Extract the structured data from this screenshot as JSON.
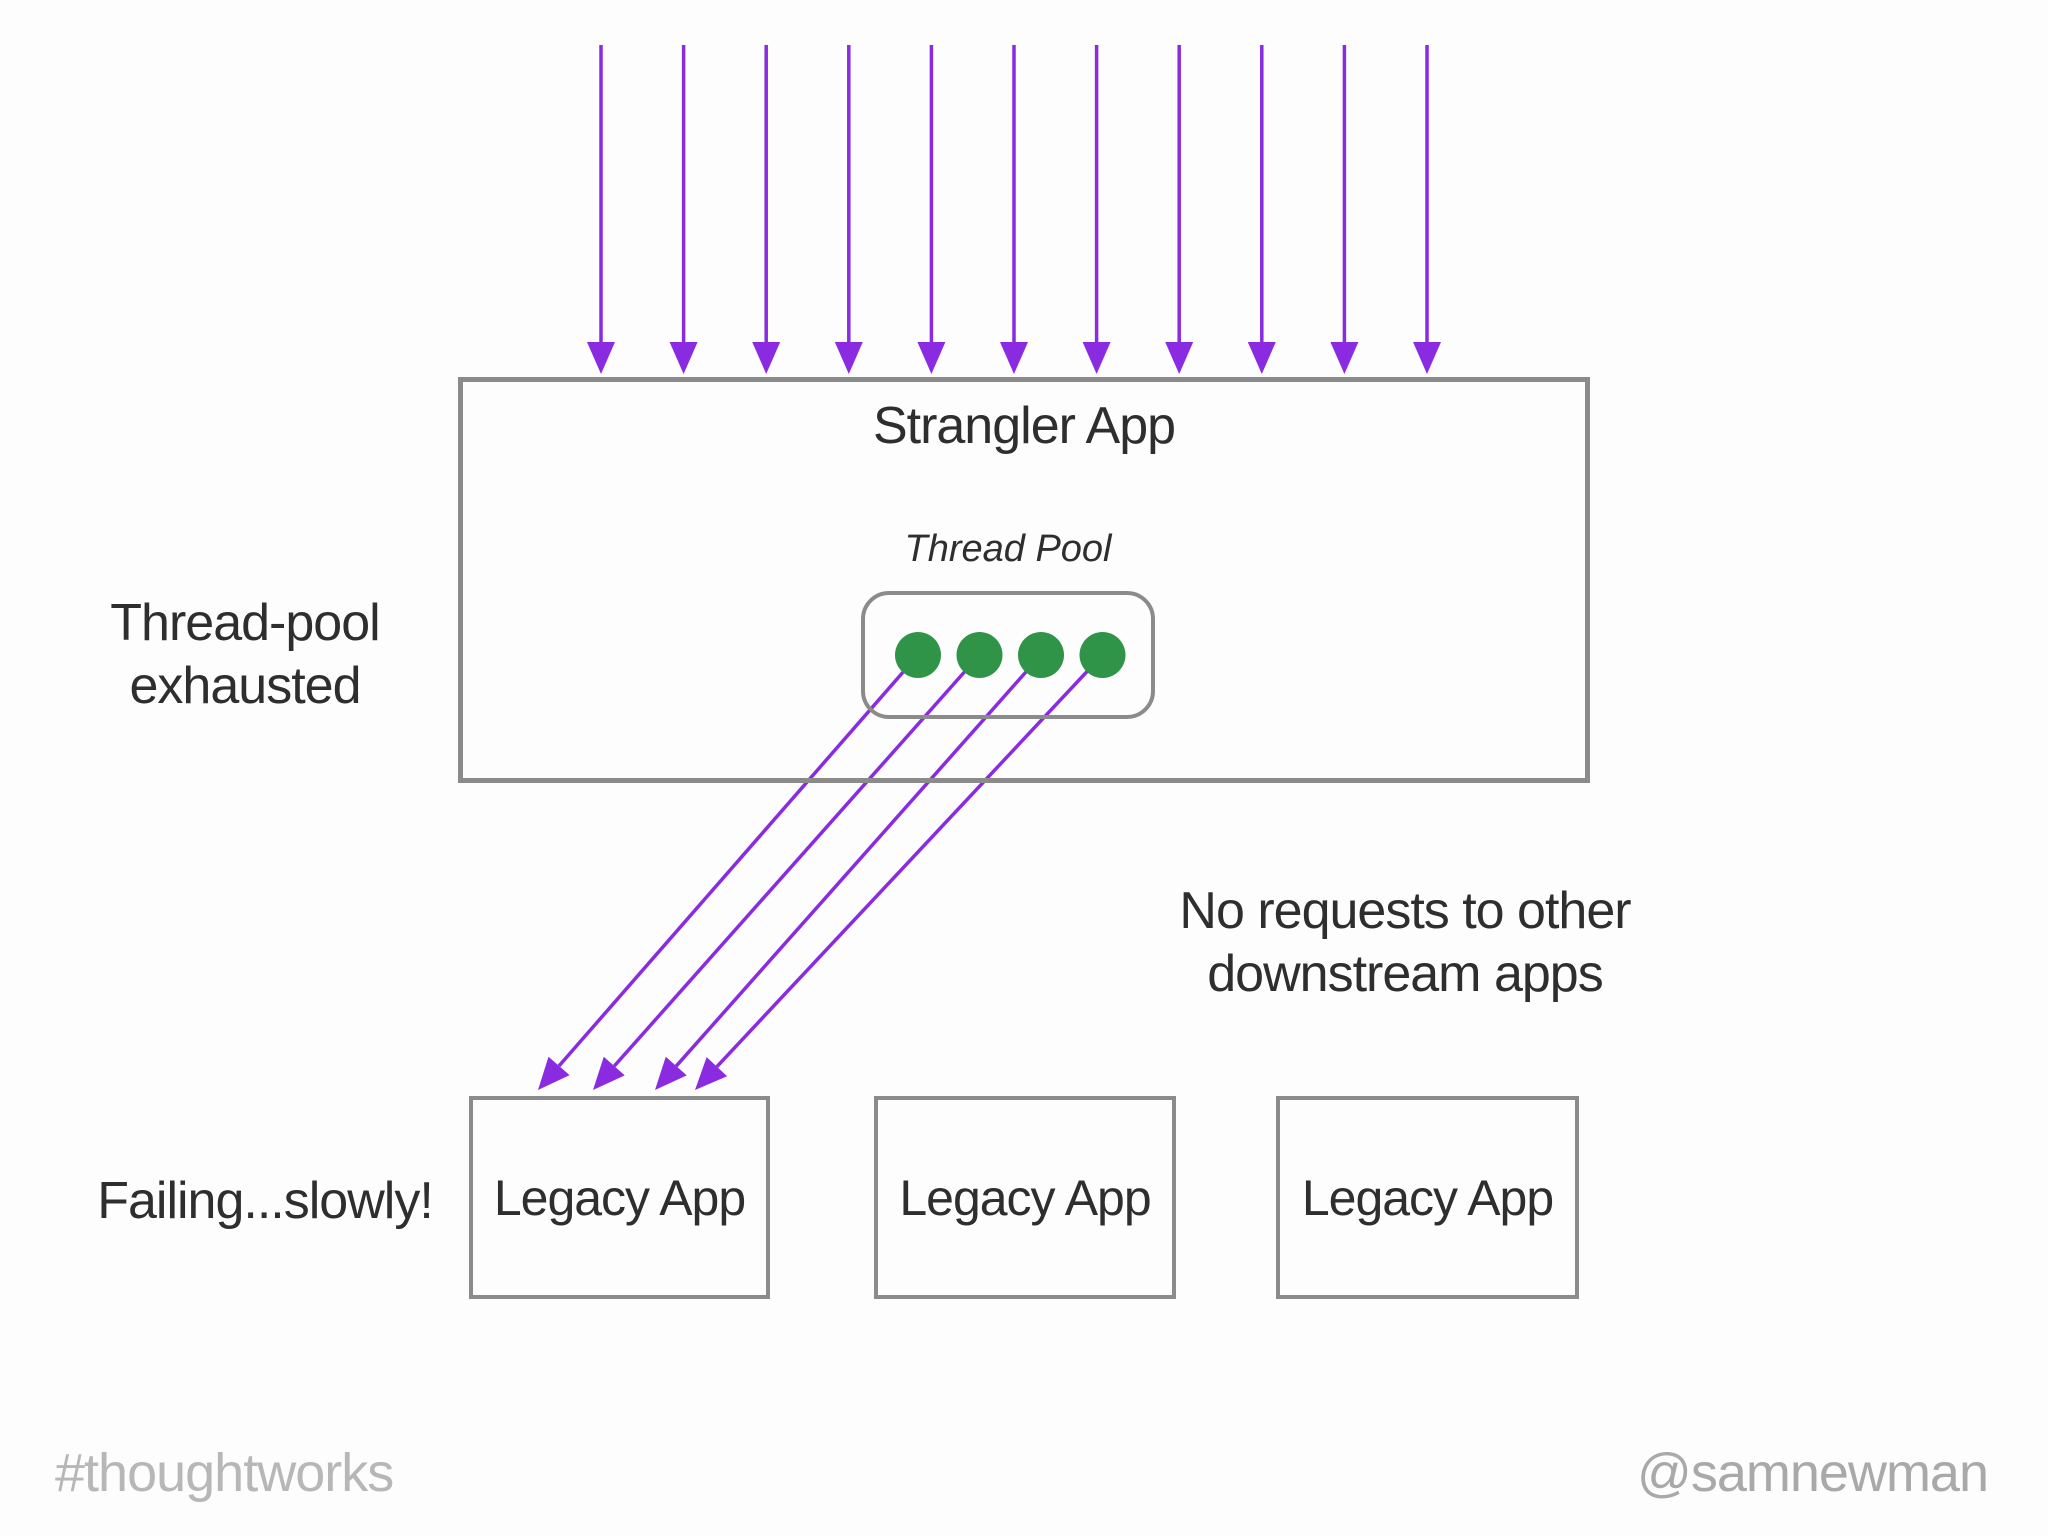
{
  "diagram": {
    "strangler_app": {
      "label": "Strangler App"
    },
    "thread_pool": {
      "label": "Thread Pool",
      "thread_count": 4,
      "busy_threads": 4
    },
    "incoming_requests": {
      "arrow_count": 11
    },
    "downstream_requests": {
      "arrow_count": 4
    },
    "legacy_apps": [
      {
        "label": "Legacy App"
      },
      {
        "label": "Legacy App"
      },
      {
        "label": "Legacy App"
      }
    ],
    "annotations": {
      "thread_pool_exhausted": "Thread-pool exhausted",
      "no_requests": "No requests to other downstream apps",
      "failing": "Failing...slowly!"
    }
  },
  "footer": {
    "hashtag": "#thoughtworks",
    "handle": "@samnewman"
  },
  "colors": {
    "arrow_purple": "#8a2be2",
    "thread_green": "#2f9447",
    "box_border": "#8b8b8b",
    "text": "#2e2e2e",
    "footer_hashtag": "#b7b7b7",
    "footer_handle": "#a9a9a9"
  }
}
